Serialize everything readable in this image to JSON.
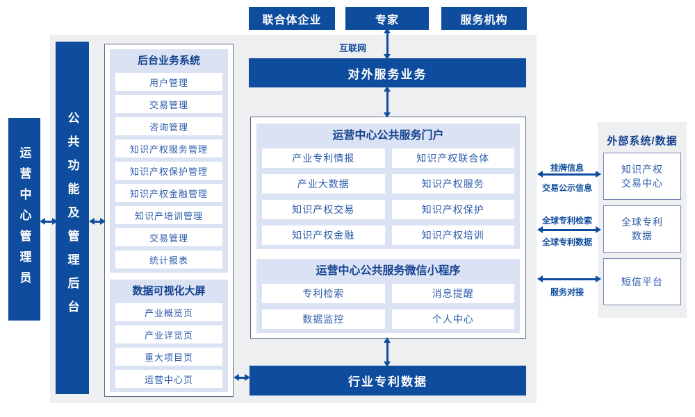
{
  "top_actors": [
    "联合体企业",
    "专家",
    "服务机构"
  ],
  "labels": {
    "internet": "互联网"
  },
  "bars": {
    "external_service": "对外服务业务",
    "industry_patent_data": "行业专利数据"
  },
  "side_bars": {
    "admin": "运营中心管理员",
    "public_backend": "公共功能及管理后台"
  },
  "backend_system": {
    "title": "后台业务系统",
    "items": [
      "用户管理",
      "交易管理",
      "咨询管理",
      "知识产权服务管理",
      "知识产权保护管理",
      "知识产权金融管理",
      "知识产培训管理",
      "交易管理",
      "统计报表"
    ]
  },
  "dataviz": {
    "title": "数据可视化大屏",
    "items": [
      "产业概览页",
      "产业详览页",
      "重大项目页",
      "运营中心页"
    ]
  },
  "portal": {
    "title": "运营中心公共服务门户",
    "items": [
      "产业专利情报",
      "知识产权联合体",
      "产业大数据",
      "知识产权服务",
      "知识产权交易",
      "知识产权保护",
      "知识产权金融",
      "知识产权培训"
    ]
  },
  "miniprogram": {
    "title": "运营中心公共服务微信小程序",
    "items": [
      "专利检索",
      "消息提醒",
      "数据监控",
      "个人中心"
    ]
  },
  "external": {
    "title": "外部系统/数据",
    "items": [
      "知识产权\n交易中心",
      "全球专利\n数据",
      "短信平台"
    ]
  },
  "link_labels": [
    {
      "top": "挂牌信息",
      "bottom": "交易公示信息"
    },
    {
      "top": "全球专利检索",
      "bottom": "全球专利数据"
    },
    {
      "top": "",
      "bottom": "服务对接"
    }
  ],
  "colors": {
    "primary_blue": "#0e4c9e",
    "item_text": "#2b5baa",
    "header_text": "#13418f",
    "panel_lavender": "#dbe2f3",
    "area_gray": "#eeeff0",
    "box_border": "#5c6787",
    "ext_box_border": "#7884b5"
  }
}
